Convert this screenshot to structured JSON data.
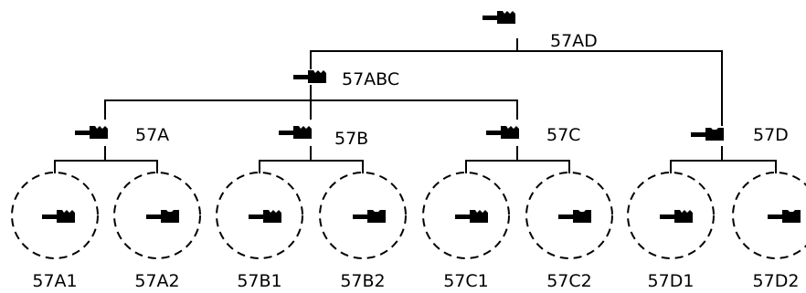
{
  "colors": {
    "line": "#000000",
    "background": "#ffffff"
  },
  "tree": {
    "root": {
      "label": "57AD",
      "icon": "key-icon"
    },
    "group_abc": {
      "label": "57ABC",
      "icon": "key-icon"
    },
    "group_a": {
      "label": "57A",
      "icon": "key-icon"
    },
    "group_b": {
      "label": "57B",
      "icon": "key-icon"
    },
    "group_c": {
      "label": "57C",
      "icon": "key-icon"
    },
    "group_d": {
      "label": "57D",
      "icon": "key-icon"
    },
    "leaves": [
      {
        "label": "57A1",
        "icon": "key-icon"
      },
      {
        "label": "57A2",
        "icon": "key-icon"
      },
      {
        "label": "57B1",
        "icon": "key-icon"
      },
      {
        "label": "57B2",
        "icon": "key-icon"
      },
      {
        "label": "57C1",
        "icon": "key-icon"
      },
      {
        "label": "57C2",
        "icon": "key-icon"
      },
      {
        "label": "57D1",
        "icon": "key-icon"
      },
      {
        "label": "57D2",
        "icon": "key-icon"
      }
    ]
  }
}
